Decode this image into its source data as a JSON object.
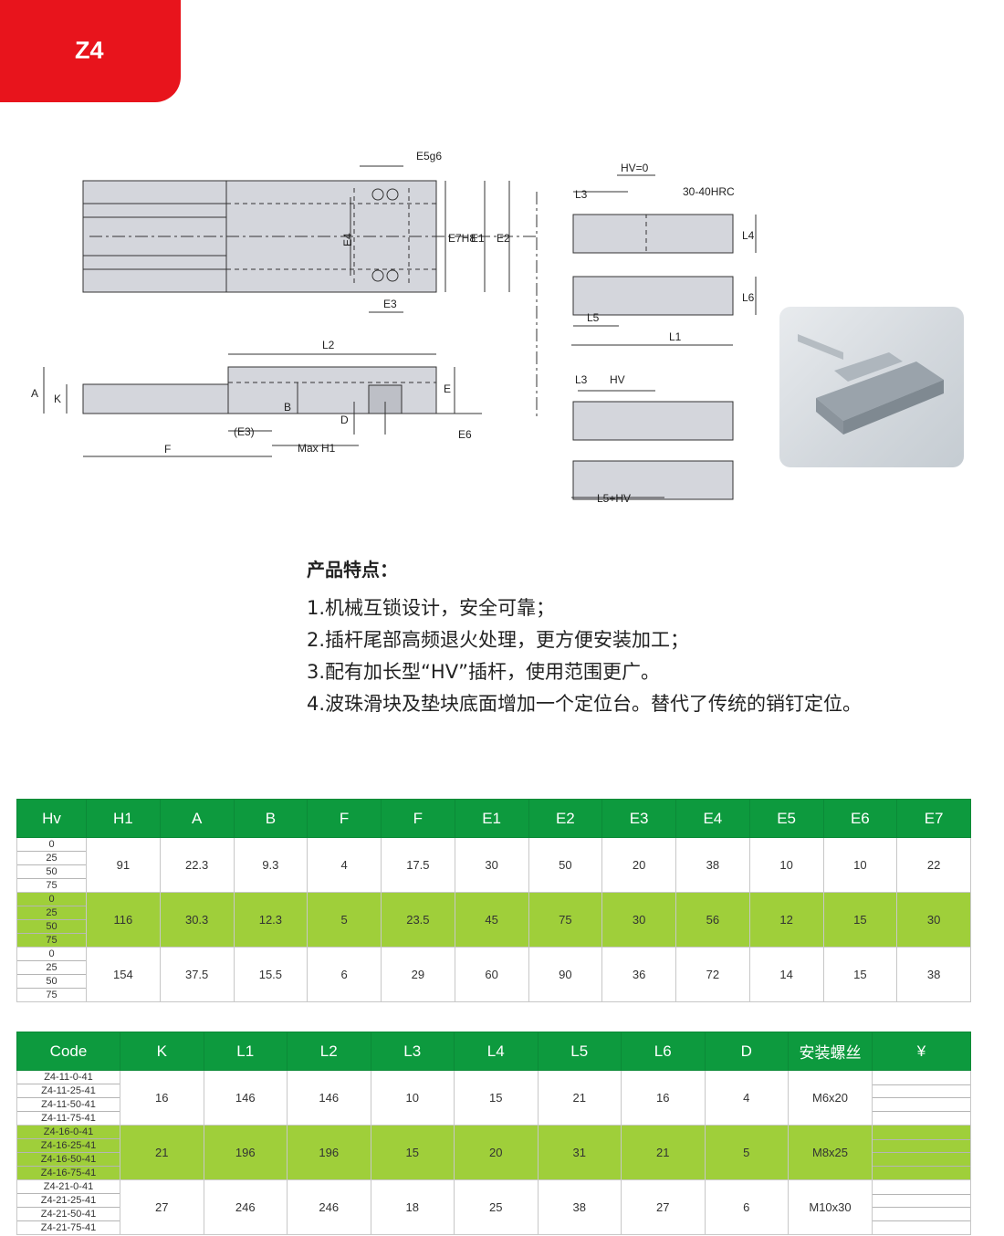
{
  "header": {
    "badge": "Z4"
  },
  "drawing": {
    "labels": {
      "e5g6": "E5g6",
      "e4": "E4",
      "e7h8": "E7H8",
      "e1": "E1",
      "e2": "E2",
      "e3": "E3",
      "l2": "L2",
      "a": "A",
      "k": "K",
      "b": "B",
      "d": "D",
      "e": "E",
      "e6": "E6",
      "e3p": "(E3)",
      "f": "F",
      "maxh1": "Max H1",
      "hv0": "HV=0",
      "l3": "L3",
      "hrc": "30-40HRC",
      "l4": "L4",
      "l6": "L6",
      "l5": "L5",
      "l1": "L1",
      "l3b": "L3",
      "hv": "HV",
      "l5hv": "L5+HV"
    }
  },
  "features": {
    "title": "产品特点：",
    "items": [
      "1.机械互锁设计，安全可靠；",
      "2.插杆尾部高频退火处理，更方便安装加工；",
      "3.配有加长型“HV”插杆，使用范围更广。",
      "4.波珠滑块及垫块底面增加一个定位台。替代了传统的销钉定位。"
    ]
  },
  "table1": {
    "headers": [
      "Hv",
      "H1",
      "A",
      "B",
      "F",
      "F",
      "E1",
      "E2",
      "E3",
      "E4",
      "E5",
      "E6",
      "E7"
    ],
    "rows": [
      {
        "hv": [
          "0",
          "25",
          "50",
          "75"
        ],
        "values": [
          "91",
          "22.3",
          "9.3",
          "4",
          "17.5",
          "30",
          "50",
          "20",
          "38",
          "10",
          "10",
          "22"
        ]
      },
      {
        "hv": [
          "0",
          "25",
          "50",
          "75"
        ],
        "values": [
          "116",
          "30.3",
          "12.3",
          "5",
          "23.5",
          "45",
          "75",
          "30",
          "56",
          "12",
          "15",
          "30"
        ]
      },
      {
        "hv": [
          "0",
          "25",
          "50",
          "75"
        ],
        "values": [
          "154",
          "37.5",
          "15.5",
          "6",
          "29",
          "60",
          "90",
          "36",
          "72",
          "14",
          "15",
          "38"
        ]
      }
    ]
  },
  "table2": {
    "headers": [
      "Code",
      "K",
      "L1",
      "L2",
      "L3",
      "L4",
      "L5",
      "L6",
      "D",
      "安装螺丝",
      "¥"
    ],
    "rows": [
      {
        "codes": [
          "Z4-11-0-41",
          "Z4-11-25-41",
          "Z4-11-50-41",
          "Z4-11-75-41"
        ],
        "values": [
          "16",
          "146",
          "146",
          "10",
          "15",
          "21",
          "16",
          "4",
          "M6x20"
        ]
      },
      {
        "codes": [
          "Z4-16-0-41",
          "Z4-16-25-41",
          "Z4-16-50-41",
          "Z4-16-75-41"
        ],
        "values": [
          "21",
          "196",
          "196",
          "15",
          "20",
          "31",
          "21",
          "5",
          "M8x25"
        ]
      },
      {
        "codes": [
          "Z4-21-0-41",
          "Z4-21-25-41",
          "Z4-21-50-41",
          "Z4-21-75-41"
        ],
        "values": [
          "27",
          "246",
          "246",
          "18",
          "25",
          "38",
          "27",
          "6",
          "M10x30"
        ]
      }
    ]
  },
  "colors": {
    "badge": "#e8141c",
    "header_green": "#0d9a3e",
    "row_highlight": "#9fcf3a"
  }
}
